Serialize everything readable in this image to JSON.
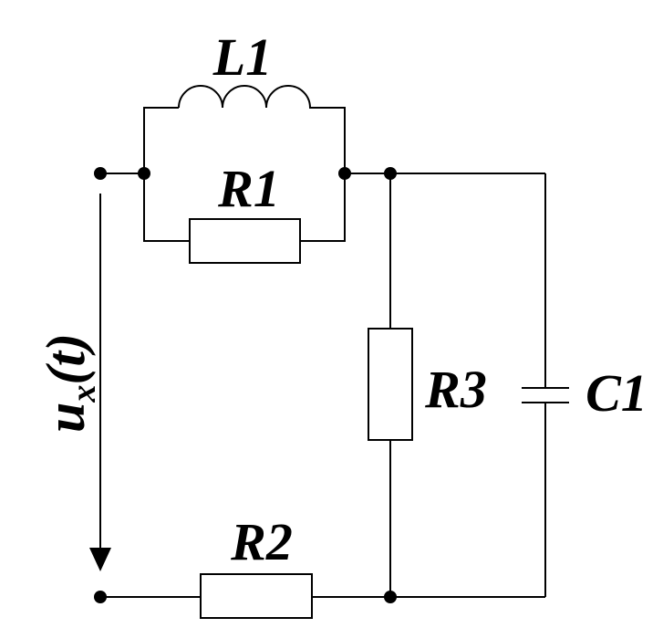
{
  "labels": {
    "L1": "L1",
    "R1": "R1",
    "R2": "R2",
    "R3": "R3",
    "C1": "C1",
    "voltage_main": "u",
    "voltage_sub": "x",
    "voltage_arg": "(t)"
  }
}
